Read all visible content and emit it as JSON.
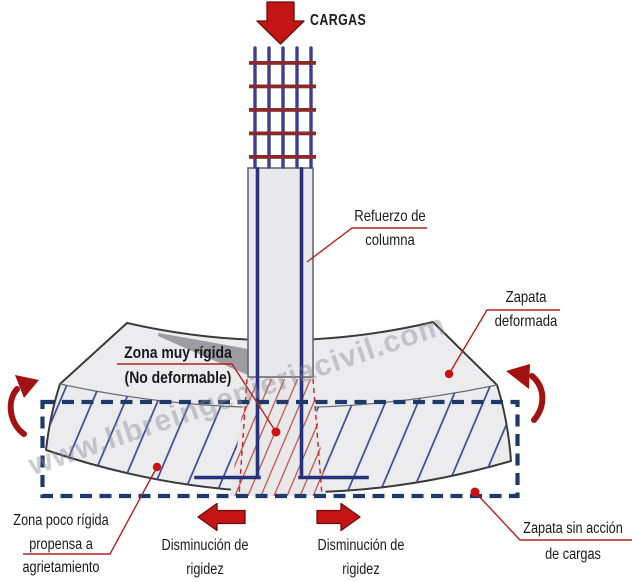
{
  "diagram_title": "CARGAS",
  "annotations": {
    "cargas": {
      "text": "CARGAS"
    },
    "refuerzo": {
      "line1": "Refuerzo de",
      "line2": "columna"
    },
    "zapata_deformada": {
      "line1": "Zapata",
      "line2": "deformada"
    },
    "zona_muy_rigida": {
      "line1": "Zona muy rígida",
      "line2": "(No deformable)"
    },
    "zona_poco_rigida": {
      "line1": "Zona poco rígida",
      "line2": "propensa a",
      "line3": "agrietamiento"
    },
    "disminucion_izq": {
      "line1": "Disminución de",
      "line2": "rigidez"
    },
    "disminucion_der": {
      "line1": "Disminución de",
      "line2": "rigidez"
    },
    "zapata_sin_accion": {
      "line1": "Zapata sin acción",
      "line2": "de cargas"
    }
  },
  "watermark": {
    "text": "www.libreingenieriacivil.com"
  },
  "colors": {
    "arrow_red": "#c41414",
    "arrow_outline": "#6b0b0b",
    "curved_red": "#a31212",
    "leader_red": "#b22222",
    "dot_red": "#cc1111",
    "navy_dash": "#1d3a6b",
    "hatch_blue": "#2e3f8f",
    "hatch_red": "#c04a3a",
    "red_dash": "#cc2222",
    "rebar_blue": "#3d3d92",
    "tie_brown": "#8b2828",
    "bar_navy": "#26337a",
    "concrete": "#ececef",
    "concrete_col": "#e9e9ec",
    "outline_gray": "#3a3a3a",
    "shadow_gray": "#8f8f93",
    "text": "#1a1a1a",
    "watermark": "#8a8a94"
  }
}
